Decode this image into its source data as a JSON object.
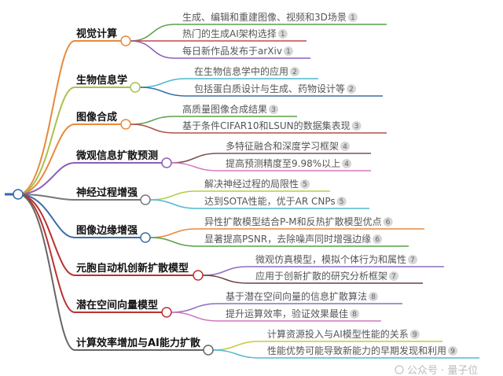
{
  "root": {
    "color": "#2f6aa8"
  },
  "branches": [
    {
      "label": "视觉计算",
      "color": "#e8893a",
      "children": [
        {
          "text": "生成、编辑和重建图像、视频和3D场景",
          "badge": "1",
          "color": "#5aa04a"
        },
        {
          "text": "热门的生成AI架构选择",
          "badge": "1",
          "color": "#c9474a"
        },
        {
          "text": "每日新作品发布于arXiv",
          "badge": "1",
          "color": "#8a5fb5"
        }
      ]
    },
    {
      "label": "生物信息学",
      "color": "#a6c34a",
      "children": [
        {
          "text": "在生物信息学中的应用",
          "badge": "2",
          "color": "#4fb8cf"
        },
        {
          "text": "包括蛋白质设计与生成、药物设计等",
          "badge": "2",
          "color": "#3a6ea8"
        }
      ]
    },
    {
      "label": "图像合成",
      "color": "#e8893a",
      "children": [
        {
          "text": "高质量图像合成结果",
          "badge": "3",
          "color": "#5aa04a"
        },
        {
          "text": "基于条件CIFAR10和LSUN的数据集表现",
          "badge": "3",
          "color": "#b0504a"
        }
      ]
    },
    {
      "label": "微观信息扩散预测",
      "color": "#8a5fb5",
      "children": [
        {
          "text": "多特征融合和深度学习框架",
          "badge": "4",
          "color": "#7a5050"
        },
        {
          "text": "提高预测精度至9.98%以上",
          "badge": "4",
          "color": "#d078c0"
        }
      ]
    },
    {
      "label": "神经过程增强",
      "color": "#777777",
      "children": [
        {
          "text": "解决神经过程的局限性",
          "badge": "5",
          "color": "#b5cc4a"
        },
        {
          "text": "达到SOTA性能，优于AR CNPs",
          "badge": "5",
          "color": "#4fb8cf"
        }
      ]
    },
    {
      "label": "图像边缘增强",
      "color": "#3a6ea8",
      "children": [
        {
          "text": "异性扩散模型结合P-M和反热扩散模型优点",
          "badge": "6",
          "color": "#e8893a"
        },
        {
          "text": "显著提高PSNR，去除噪声同时增强边缘",
          "badge": "6",
          "color": "#5aa04a"
        }
      ]
    },
    {
      "label": "元胞自动机创新扩散模型",
      "color": "#b8322e",
      "children": [
        {
          "text": "微观仿真模型，模拟个体行为和属性",
          "badge": "7",
          "color": "#8a6fc0"
        },
        {
          "text": "应用于创新扩散的研究分析框架",
          "badge": "7",
          "color": "#6a4040"
        }
      ]
    },
    {
      "label": "潜在空间向量模型",
      "color": "#b8322e",
      "children": [
        {
          "text": "基于潜在空间向量的信息扩散算法",
          "badge": "8",
          "color": "#8a6fc0"
        },
        {
          "text": "提升运算效率，验证效果最佳",
          "badge": "8",
          "color": "#d078c0"
        }
      ]
    },
    {
      "label": "计算效率增加与AI能力扩散",
      "color": "#666666",
      "children": [
        {
          "text": "计算资源投入与AI模型性能的关系",
          "badge": "9",
          "color": "#c8c840"
        },
        {
          "text": "性能优势可能导致新能力的早期发现和利用",
          "badge": "9",
          "color": "#4fb8cf"
        }
      ]
    }
  ],
  "watermark": "公众号 · 量子位"
}
